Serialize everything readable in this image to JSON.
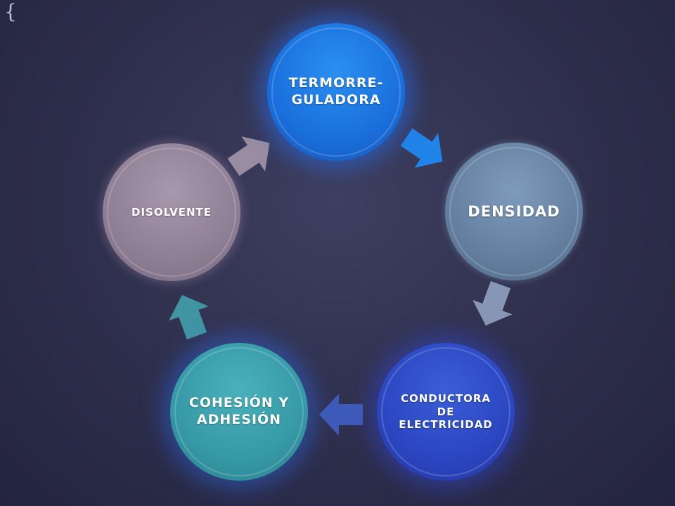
{
  "diagram": {
    "nodes": [
      {
        "id": "termorreguladora",
        "label": "Termorre-\nguladora",
        "color": "#1e79e6"
      },
      {
        "id": "densidad",
        "label": "Densidad",
        "color": "#6b87a8"
      },
      {
        "id": "conductora",
        "label": "Conductora\nde\nelectricidad",
        "color": "#2b45c2"
      },
      {
        "id": "cohesion",
        "label": "Cohesión y\nadhesión",
        "color": "#3aa0ac"
      },
      {
        "id": "disolvente",
        "label": "Disolvente",
        "color": "#958799"
      }
    ],
    "edges": [
      {
        "from": "termorreguladora",
        "to": "densidad",
        "color": "#2184e8"
      },
      {
        "from": "densidad",
        "to": "conductora",
        "color": "#8796b4"
      },
      {
        "from": "conductora",
        "to": "cohesion",
        "color": "#3f5bb8"
      },
      {
        "from": "cohesion",
        "to": "disolvente",
        "color": "#3f95a2"
      },
      {
        "from": "disolvente",
        "to": "termorreguladora",
        "color": "#9a8da1"
      }
    ]
  }
}
